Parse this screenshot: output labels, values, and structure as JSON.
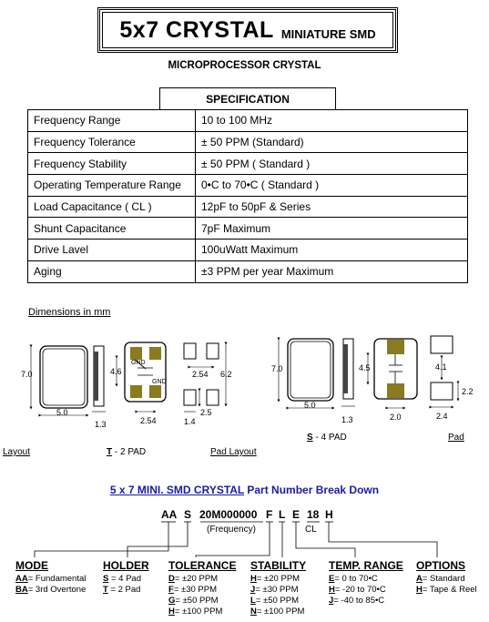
{
  "header": {
    "title_main": "5x7 CRYSTAL",
    "title_sub": "MINIATURE SMD",
    "subtitle": "MICROPROCESSOR CRYSTAL"
  },
  "spec": {
    "heading": "SPECIFICATION",
    "rows": [
      {
        "param": "Frequency Range",
        "value": "10  to 100 MHz"
      },
      {
        "param": "Frequency Tolerance",
        "value": "± 50 PPM (Standard)"
      },
      {
        "param": "Frequency Stability",
        "value": "± 50 PPM ( Standard )"
      },
      {
        "param": "Operating Temperature Range",
        "value": "0•C to 70•C ( Standard )"
      },
      {
        "param": "Load Capacitance ( CL )",
        "value": "12pF to 50pF & Series"
      },
      {
        "param": "Shunt Capacitance",
        "value": "7pF Maximum"
      },
      {
        "param": "Drive Lavel",
        "value": "100uWatt Maximum"
      },
      {
        "param": "Aging",
        "value": "±3 PPM per year Maximum"
      }
    ]
  },
  "dimensions": {
    "title": "Dimensions in mm",
    "t_dims": {
      "width": "5.0",
      "height": "7.0",
      "thick": "1.3",
      "pad_h": "4.6",
      "pad_pitch": "2.54",
      "pad_spacing": "2.54",
      "pad_len": "6.2",
      "pad_w": "1.4",
      "pad_gap": "2.5",
      "gnd1": "GND",
      "gnd2": "GND"
    },
    "s_dims": {
      "width": "5.0",
      "height": "7.0",
      "thick": "1.3",
      "pad_h": "4.5",
      "pad_w": "2.0",
      "land_w": "4.1",
      "land_h": "2.2",
      "land_pitch": "2.4"
    },
    "layout_label": "Layout",
    "t_label_code": "T",
    "t_label_text": " - 2 PAD",
    "pad_layout_label": "Pad Layout",
    "s_label_code": "S",
    "s_label_text": " - 4 PAD",
    "pad_label": "Pad"
  },
  "part_number": {
    "title_underlined": "5 x 7 MINI. SMD CRYSTAL",
    "title_rest": "  Part Number Break Down",
    "code": {
      "aa": "AA",
      "s": "S",
      "freq": "20M000000",
      "f": "F",
      "l": "L",
      "e": "E",
      "cl": "18",
      "h": "H"
    },
    "freq_label": "(Frequency)",
    "cl_label": "CL",
    "columns": [
      {
        "head": "MODE",
        "items": [
          {
            "code": "AA",
            "text": "= Fundamental"
          },
          {
            "code": "BA",
            "text": "= 3rd Overtone"
          }
        ]
      },
      {
        "head": "HOLDER",
        "items": [
          {
            "code": "S",
            "text": " = 4 Pad"
          },
          {
            "code": "T",
            "text": " = 2 Pad"
          }
        ]
      },
      {
        "head": "TOLERANCE",
        "items": [
          {
            "code": "D",
            "text": "= ±20 PPM"
          },
          {
            "code": "F",
            "text": "= ±30 PPM"
          },
          {
            "code": "G",
            "text": "= ±50 PPM"
          },
          {
            "code": "H",
            "text": "= ±100 PPM"
          }
        ]
      },
      {
        "head": "STABILITY",
        "items": [
          {
            "code": "H",
            "text": "=  ±20 PPM"
          },
          {
            "code": "J",
            "text": "=  ±30 PPM"
          },
          {
            "code": "L",
            "text": "=  ±50 PPM"
          },
          {
            "code": "N",
            "text": "=  ±100 PPM"
          }
        ]
      },
      {
        "head": "TEMP. RANGE",
        "items": [
          {
            "code": "E",
            "text": "= 0 to 70•C"
          },
          {
            "code": "H",
            "text": "= -20 to 70•C"
          },
          {
            "code": "J",
            "text": "=  -40 to 85•C"
          }
        ]
      },
      {
        "head": "OPTIONS",
        "items": [
          {
            "code": "A",
            "text": "= Standard"
          },
          {
            "code": "H",
            "text": "= Tape & Reel"
          }
        ]
      }
    ]
  }
}
